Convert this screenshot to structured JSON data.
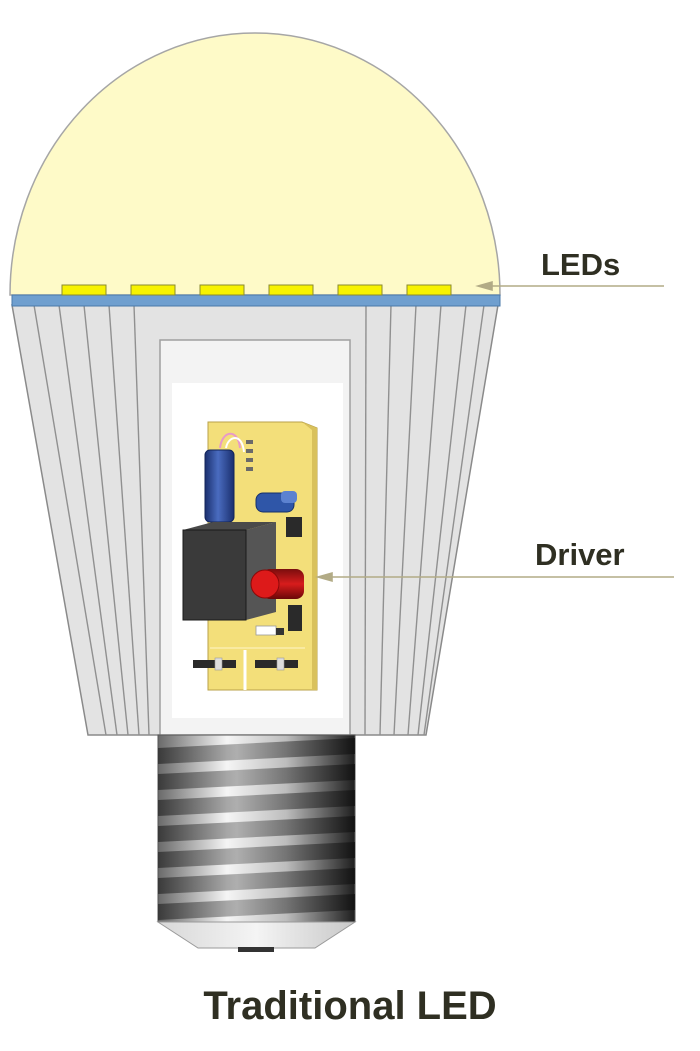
{
  "labels": {
    "leds": "LEDs",
    "driver": "Driver"
  },
  "caption": "Traditional LED",
  "colors": {
    "dome": "#fefac8",
    "led_chip": "#f7f200",
    "led_board": "#6f9fcf",
    "heatsink": "#e2e2e2",
    "heatsink_fin": "#8a8a8a",
    "pcb": "#f3df7a",
    "capacitor": "#2c4a96",
    "transformer": "#3a3a3a",
    "red_component": "#cc1515",
    "leader_line": "#b2ab86",
    "text": "#2f2f22"
  }
}
